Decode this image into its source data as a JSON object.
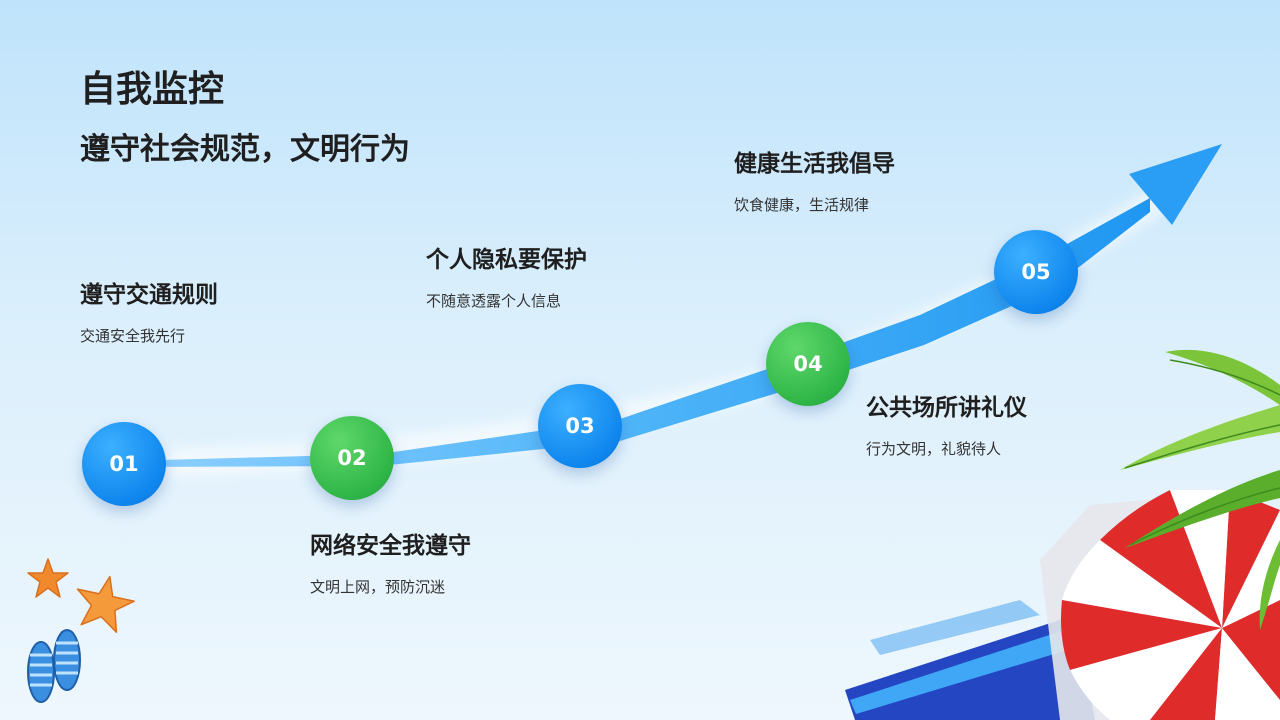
{
  "page": {
    "title": "自我监控",
    "subtitle": "遵守社会规范，文明行为"
  },
  "colors": {
    "node_blue": "#0f86ee",
    "node_green": "#2fb547",
    "arrow": "#2a9df4",
    "text": "#1f1f1f"
  },
  "steps": [
    {
      "number": "01",
      "heading": "遵守交通规则",
      "desc": "交通安全我先行",
      "color": "blue"
    },
    {
      "number": "02",
      "heading": "网络安全我遵守",
      "desc": "文明上网，预防沉迷",
      "color": "green"
    },
    {
      "number": "03",
      "heading": "个人隐私要保护",
      "desc": "不随意透露个人信息",
      "color": "blue"
    },
    {
      "number": "04",
      "heading": "公共场所讲礼仪",
      "desc": "行为文明，礼貌待人",
      "color": "green"
    },
    {
      "number": "05",
      "heading": "健康生活我倡导",
      "desc": "饮食健康，生活规律",
      "color": "blue"
    }
  ],
  "decorations": [
    "starfish-icon",
    "flip-flops-icon",
    "palm-leaves-icon",
    "beach-umbrella-icon",
    "beach-towel-icon"
  ]
}
